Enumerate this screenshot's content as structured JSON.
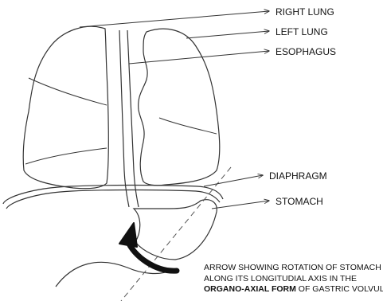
{
  "labels": {
    "right_lung": "RIGHT LUNG",
    "left_lung": "LEFT LUNG",
    "esophagus": "ESOPHAGUS",
    "diaphragm": "DIAPHRAGM",
    "stomach": "STOMACH"
  },
  "caption": {
    "line1": "ARROW SHOWING ROTATION OF STOMACH",
    "line2": "ALONG ITS LONGITUDIAL AXIS IN THE",
    "line3_bold": "ORGANO-AXIAL FORM",
    "line3_rest": " OF GASTRIC VOLVULUS"
  },
  "colors": {
    "line": "#333333",
    "arrow": "#111111"
  }
}
